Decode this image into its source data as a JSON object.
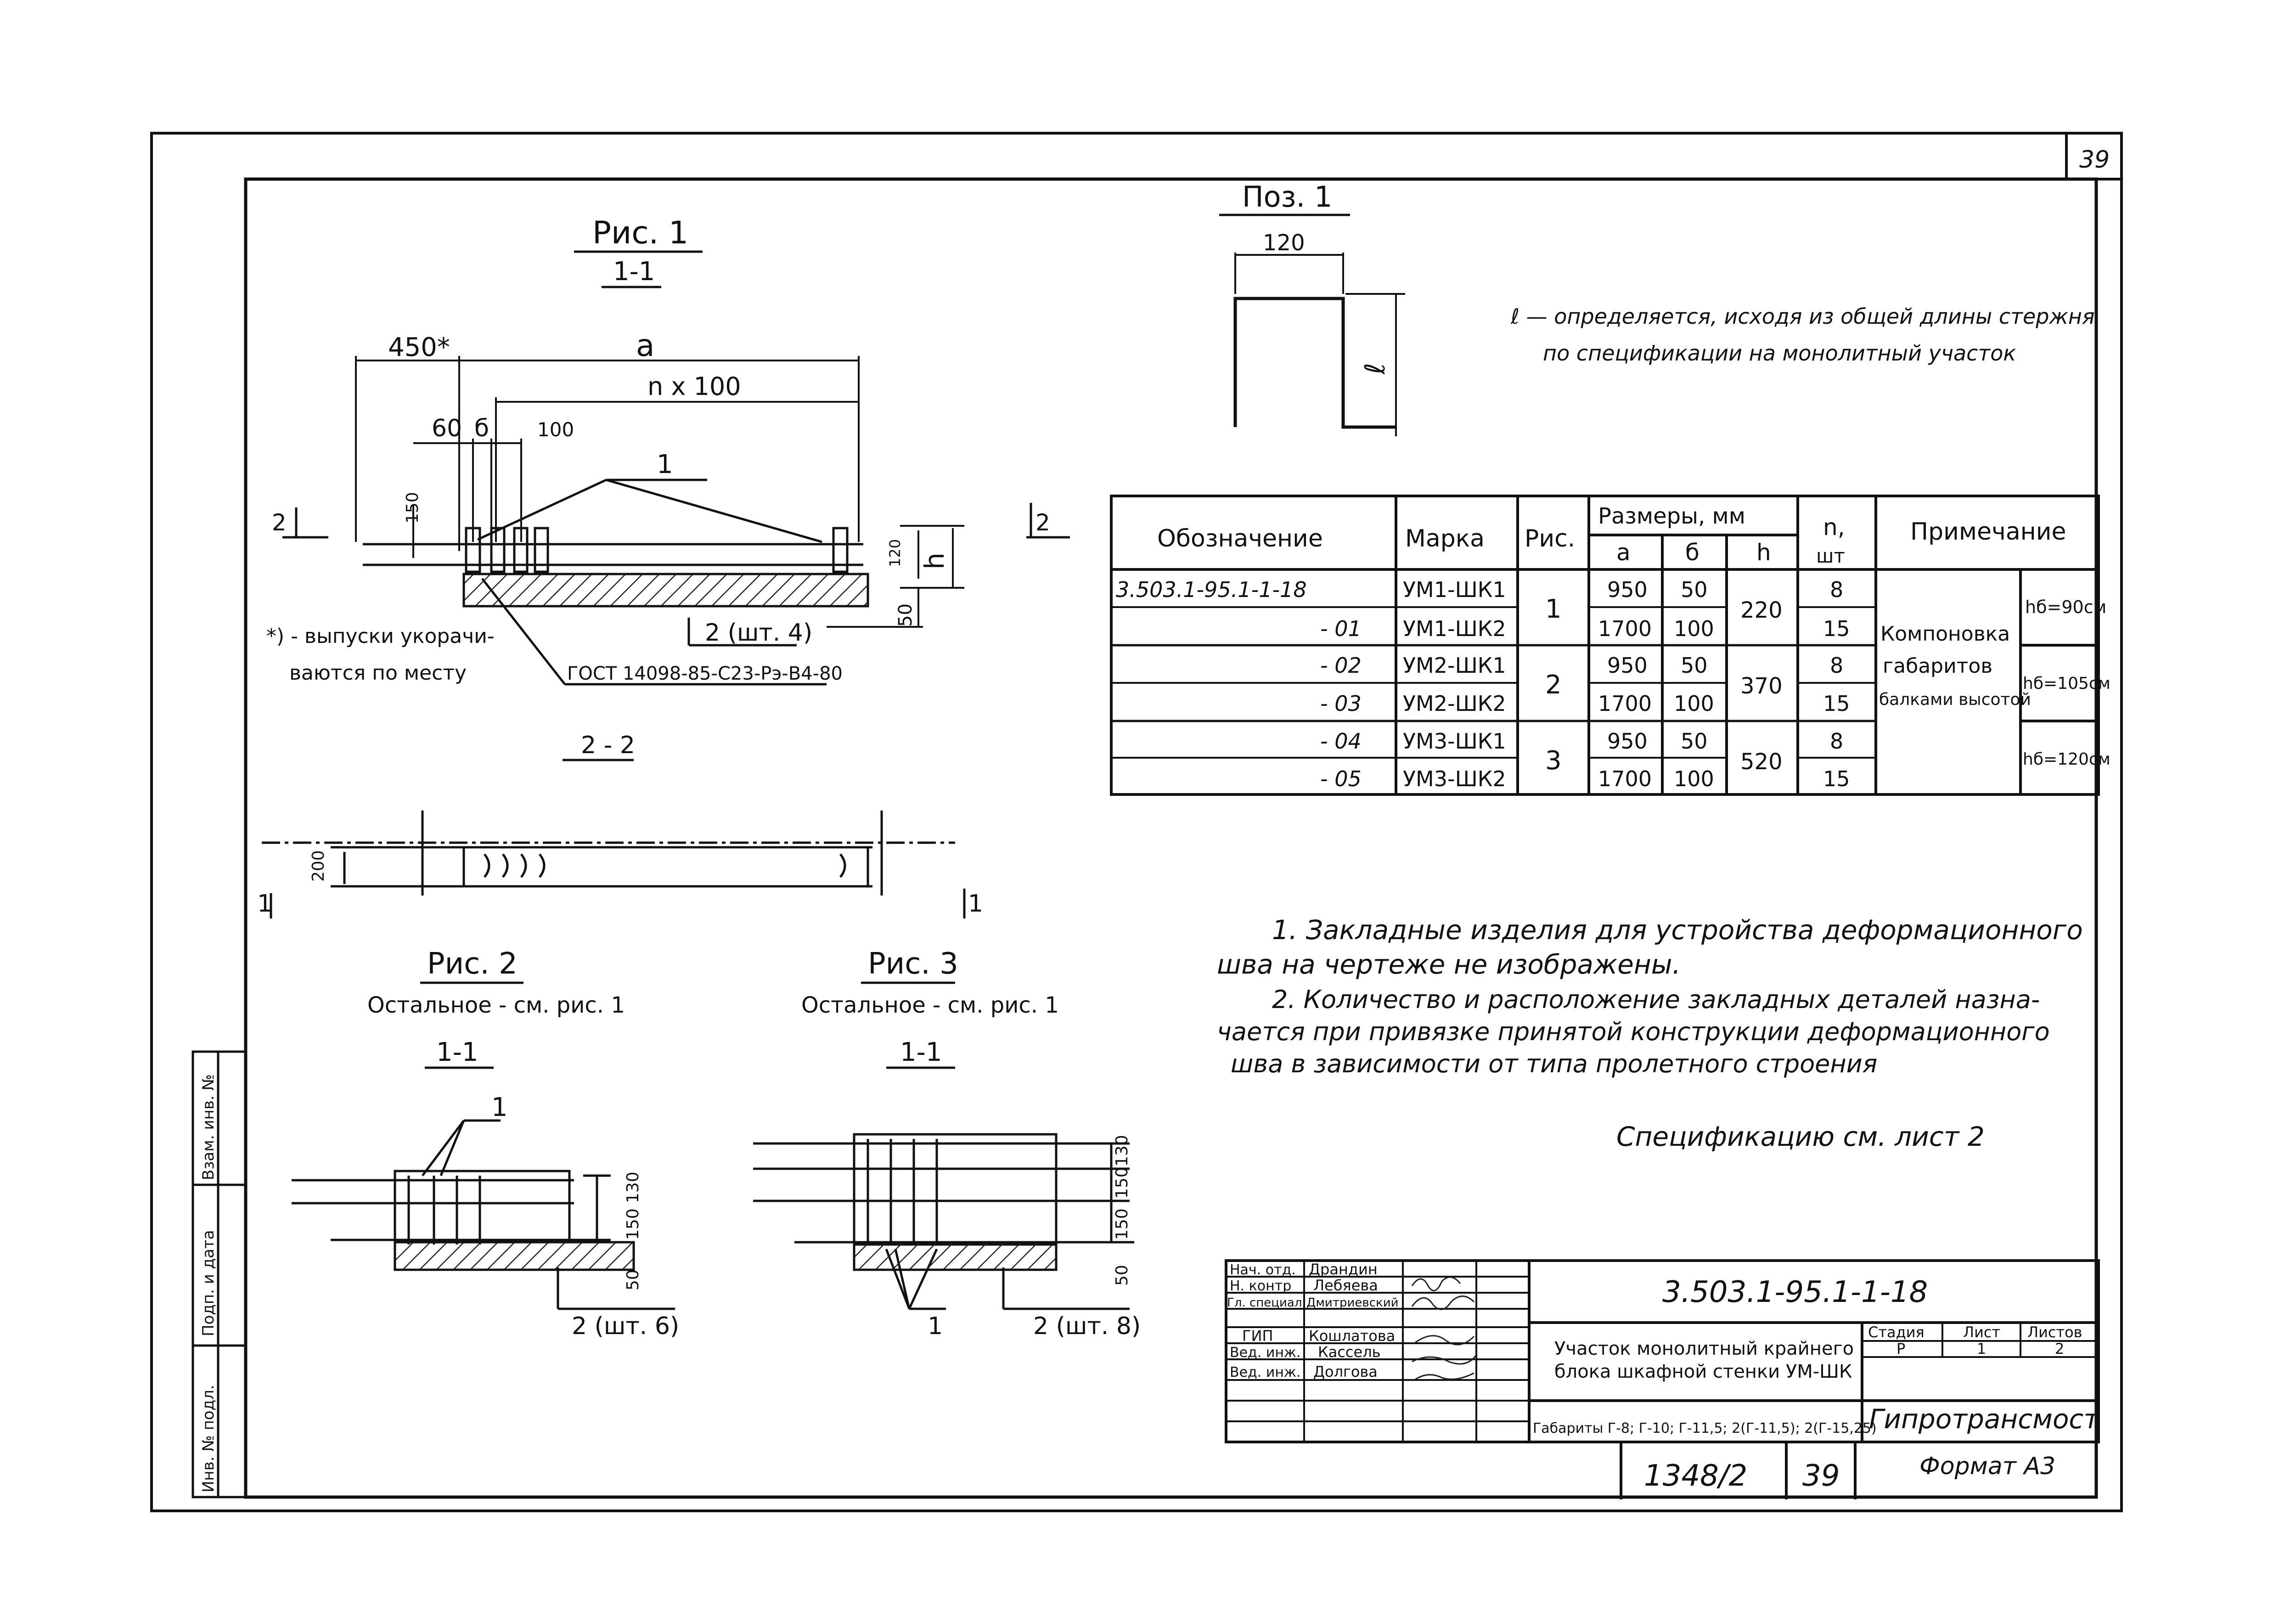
{
  "sheet_number_top": "39",
  "fig1": {
    "title": "Рис. 1",
    "section": "1-1",
    "dim_450": "450*",
    "dim_a": "a",
    "dim_n100": "n x 100",
    "dim_60": "60",
    "dim_b": "б",
    "dim_100": "100",
    "dim_150": "150",
    "dim_120": "120",
    "dim_h": "h",
    "dim_50": "50",
    "pos_1": "1",
    "sect_left": "2",
    "sect_right": "2",
    "footnote_line1": "*) - выпуски укорачи-",
    "footnote_line2": "ваются по месту",
    "gost": "ГОСТ 14098-85-С23-Рэ-В4-80",
    "plate_label": "2 (шт. 4)",
    "section22": "2 - 2",
    "dim_200": "200",
    "mark1_left": "1",
    "mark1_right": "1"
  },
  "fig2": {
    "title": "Рис. 2",
    "note": "Остальное - см. рис. 1",
    "section": "1-1",
    "pos_1": "1",
    "dim_150": "150",
    "dim_130": "130",
    "dim_50": "50",
    "plate_label": "2 (шт. 6)"
  },
  "fig3": {
    "title": "Рис. 3",
    "note": "Остальное - см. рис. 1",
    "section": "1-1",
    "pos_1": "1",
    "dim_130": "130",
    "dim_150a": "150",
    "dim_150b": "150",
    "dim_50": "50",
    "plate_label": "2 (шт. 8)"
  },
  "poz1": {
    "title": "Поз. 1",
    "dim_120": "120",
    "dim_l": "ℓ",
    "note_line1": "ℓ — определяется, исходя из общей длины стержня",
    "note_line2": "по спецификации на монолитный участок"
  },
  "spec_table": {
    "headers": {
      "designation": "Обозначение",
      "mark": "Марка",
      "fig": "Рис.",
      "sizes": "Размеры, мм",
      "a": "a",
      "b": "б",
      "h": "h",
      "n": "n,",
      "n_unit": "шт",
      "note": "Примечание"
    },
    "rows": [
      {
        "designation": "3.503.1-95.1-1-18",
        "mark": "УМ1-ШК1",
        "a": "950",
        "b": "50",
        "n": "8"
      },
      {
        "designation": "- 01",
        "mark": "УМ1-ШК2",
        "a": "1700",
        "b": "100",
        "n": "15"
      },
      {
        "designation": "- 02",
        "mark": "УМ2-ШК1",
        "a": "950",
        "b": "50",
        "n": "8"
      },
      {
        "designation": "- 03",
        "mark": "УМ2-ШК2",
        "a": "1700",
        "b": "100",
        "n": "15"
      },
      {
        "designation": "- 04",
        "mark": "УМ3-ШК1",
        "a": "950",
        "b": "50",
        "n": "8"
      },
      {
        "designation": "- 05",
        "mark": "УМ3-ШК2",
        "a": "1700",
        "b": "100",
        "n": "15"
      }
    ],
    "groups": [
      {
        "fig": "1",
        "h": "220",
        "hb": "hб=90см"
      },
      {
        "fig": "2",
        "h": "370",
        "hb": "hб=105см"
      },
      {
        "fig": "3",
        "h": "520",
        "hb": "hб=120см"
      }
    ],
    "note_text": [
      "Компоновка",
      "габаритов",
      "балками высотой"
    ]
  },
  "notes": {
    "n1_line1": "1. Закладные изделия   для   устройства   деформационного",
    "n1_line2": "шва   на   чертеже   не   изображены.",
    "n2_line1": "2. Количество   и  расположение  закладных  деталей  назна-",
    "n2_line2": "чается  при  привязке  принятой  конструкции  деформационного",
    "n2_line3": "шва   в  зависимости   от   типа   пролетного   строения",
    "spec_ref": "Спецификацию   см.   лист 2"
  },
  "title_block": {
    "code": "3.503.1-95.1-1-18",
    "roles": [
      {
        "role": "Нач. отд.",
        "name": "Драндин"
      },
      {
        "role": "Н. контр",
        "name": "Лебяева"
      },
      {
        "role": "Гл. специал.",
        "name": "Дмитриевский"
      },
      {
        "role": "ГИП",
        "name": "Кошлатова"
      },
      {
        "role": "Вед. инж.",
        "name": "Кассель"
      },
      {
        "role": "Вед. инж.",
        "name": "Долгова"
      }
    ],
    "description_line1": "Участок монолитный крайнего",
    "description_line2": "блока шкафной стенки УМ-ШК",
    "gabarits": "Габариты Г-8; Г-10; Г-11,5; 2(Г-11,5); 2(Г-15,25)",
    "stage_label": "Стадия",
    "sheet_label": "Лист",
    "sheets_label": "Листов",
    "stage": "Р",
    "sheet": "1",
    "sheets": "2",
    "organization": "Гипротрансмост",
    "album": "1348/2",
    "page": "39",
    "format": "Формат А3"
  },
  "side_stamp": {
    "inv_orig": "Инв. № подл.",
    "sign_date": "Подп. и дата",
    "inv_repl": "Взам. инв. №"
  }
}
